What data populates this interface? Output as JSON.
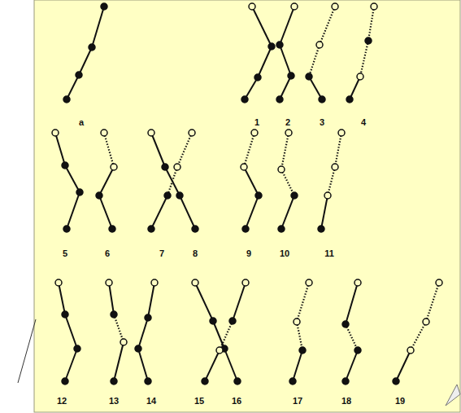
{
  "diagram": {
    "labels": [
      "a",
      "1",
      "2",
      "3",
      "4",
      "5",
      "6",
      "7",
      "8",
      "9",
      "10",
      "11",
      "12",
      "13",
      "14",
      "15",
      "16",
      "17",
      "18",
      "19"
    ]
  }
}
